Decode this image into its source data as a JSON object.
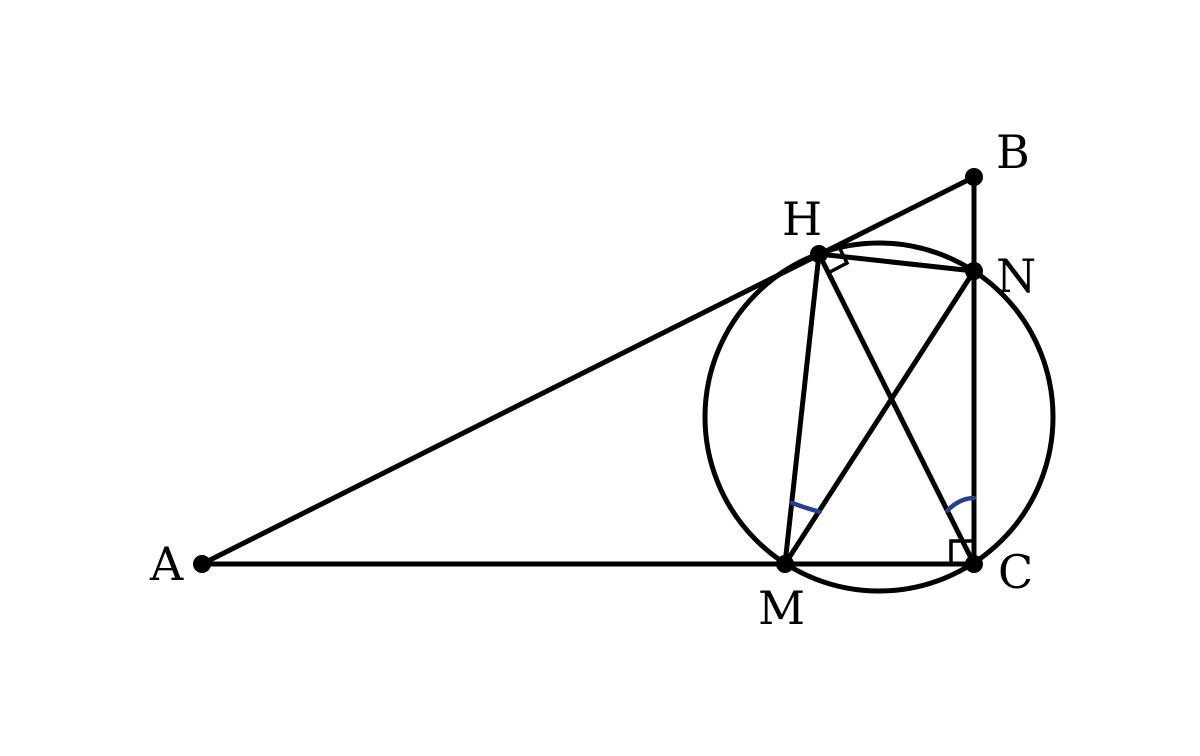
{
  "points": {
    "A": "A",
    "B": "B",
    "C": "C",
    "H": "H",
    "M": "M",
    "N": "N"
  },
  "colors": {
    "stroke": "#000000",
    "angle_mark": "#2b3d8f",
    "background": "#ffffff"
  }
}
